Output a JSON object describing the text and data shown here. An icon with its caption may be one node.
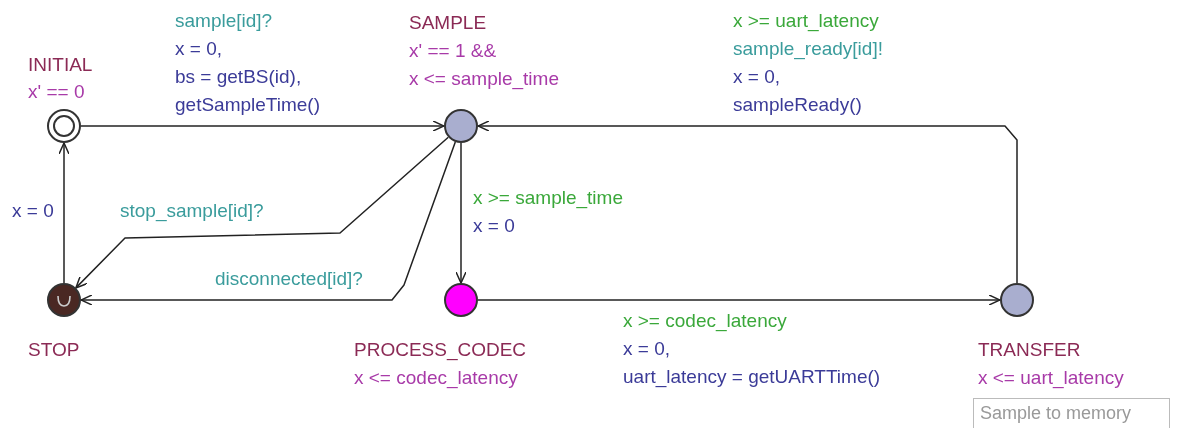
{
  "diagram": {
    "nodes": [
      {
        "text": [
          "INITIAL",
          "x' == 0"
        ]
      },
      {
        "text": [
          "SAMPLE",
          "x' == 1 &&",
          "x <= sample_time"
        ]
      },
      {
        "text": [
          "STOP"
        ]
      },
      {
        "text": [
          "PROCESS_CODEC",
          "x <= codec_latency"
        ]
      },
      {
        "text": [
          "TRANSFER",
          "x <= uart_latency"
        ]
      },
      {
        "text": [
          "Sample to memory"
        ]
      }
    ],
    "edges": [
      {
        "from": 0,
        "to": 1,
        "arrow": "to",
        "label": "sample[id]?"
      },
      {
        "from": 1,
        "to": 2,
        "arrow": "to",
        "label": "stop_sample[id]?"
      },
      {
        "from": 1,
        "to": 2,
        "arrow": "to",
        "label": "disconnected[id]?"
      },
      {
        "from": 1,
        "to": 3,
        "arrow": "to",
        "label": "x >= sample_time"
      },
      {
        "from": 3,
        "to": 4,
        "arrow": "to",
        "label": "x >= codec_latency"
      },
      {
        "from": 4,
        "to": 1,
        "arrow": "to",
        "label": "x >= uart_latency"
      },
      {
        "from": 2,
        "to": 0,
        "arrow": "to",
        "label": "x = 0"
      }
    ],
    "labels": [
      "x = 0,",
      "bs = getBS(id),",
      "getSampleTime()",
      "sample_ready[id]!",
      "x = 0,",
      "sampleReady()",
      "x = 0",
      "x = 0,",
      "uart_latency = getUARTTime()"
    ]
  }
}
